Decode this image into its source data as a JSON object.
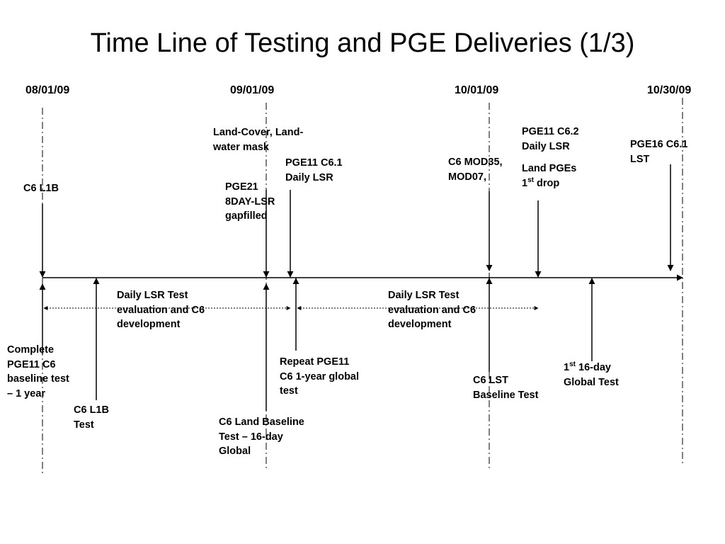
{
  "title": "Time Line of Testing and PGE Deliveries (1/3)",
  "dates": [
    "08/01/09",
    "09/01/09",
    "10/01/09",
    "10/30/09"
  ],
  "above_events": [
    {
      "lines": [
        "C6 L1B"
      ]
    },
    {
      "lines": [
        "Land-Cover, Land-",
        "water mask"
      ]
    },
    {
      "lines": [
        "PGE21",
        "8DAY-LSR",
        "gapfilled"
      ]
    },
    {
      "lines": [
        "PGE11 C6.1",
        "Daily LSR"
      ]
    },
    {
      "lines": [
        "C6 MOD35,",
        "MOD07,"
      ]
    },
    {
      "lines": [
        "PGE11 C6.2",
        "Daily LSR"
      ]
    },
    {
      "lines": [
        "Land PGEs",
        "1",
        "st",
        " drop"
      ]
    },
    {
      "lines": [
        "PGE16 C6.1",
        "LST"
      ]
    }
  ],
  "below_events": [
    {
      "lines": [
        "Complete",
        "PGE11 C6",
        "baseline test",
        "– 1 year"
      ]
    },
    {
      "lines": [
        "C6 L1B",
        "Test"
      ]
    },
    {
      "lines": [
        "C6 Land Baseline",
        "Test – 16-day",
        "Global"
      ]
    },
    {
      "lines": [
        "Repeat PGE11",
        "C6 1-year global",
        "test"
      ]
    },
    {
      "lines": [
        "C6 LST",
        "Baseline Test"
      ]
    },
    {
      "lines": [
        "1",
        "st",
        " 16-day",
        "Global Test"
      ]
    }
  ],
  "periods": [
    {
      "lines": [
        "Daily LSR Test",
        "evaluation and C6",
        "development"
      ]
    },
    {
      "lines": [
        "Daily LSR Test",
        "evaluation and C6",
        "development"
      ]
    }
  ]
}
